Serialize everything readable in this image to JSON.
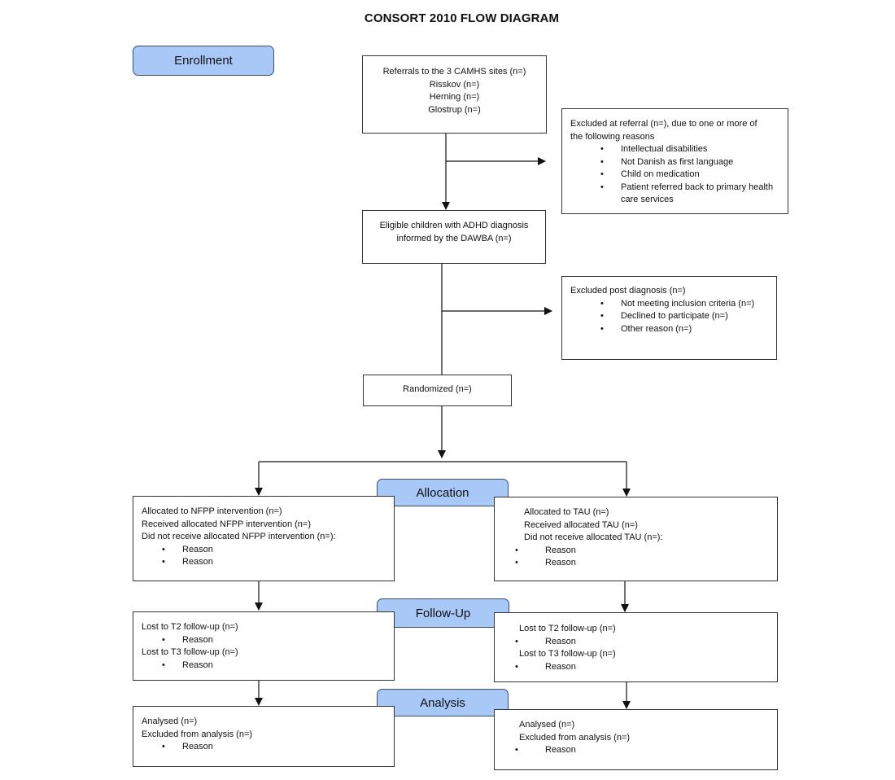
{
  "title": "CONSORT 2010 FLOW DIAGRAM",
  "stages": {
    "enrollment": "Enrollment",
    "allocation": "Allocation",
    "followup": "Follow-Up",
    "analysis": "Analysis"
  },
  "referrals": {
    "title": "Referrals to the 3 CAMHS sites (n=)",
    "sites": [
      "Risskov (n=)",
      "Herning (n=)",
      "Glostrup (n=)"
    ]
  },
  "excluded_referral": {
    "title_line1": "Excluded at referral (n=), due to one or more of",
    "title_line2": "the following reasons",
    "reasons": [
      "Intellectual disabilities",
      "Not Danish as first language",
      "Child on medication",
      "Patient referred back to primary health care services"
    ]
  },
  "eligible": {
    "line1": "Eligible children with ADHD diagnosis",
    "line2": "informed by the DAWBA (n=)"
  },
  "excluded_post": {
    "title": "Excluded post diagnosis (n=)",
    "reasons": [
      "Not meeting inclusion criteria (n=)",
      "Declined to participate (n=)",
      "Other reason (n=)"
    ]
  },
  "randomized": "Randomized (n=)",
  "allocation_left": {
    "lines": [
      "Allocated to NFPP intervention (n=)",
      "Received allocated NFPP intervention (n=)",
      "Did not receive allocated NFPP intervention (n=):"
    ],
    "reasons": [
      "Reason",
      "Reason"
    ]
  },
  "allocation_right": {
    "lines": [
      "Allocated to TAU  (n=)",
      "Received allocated TAU (n=)",
      "Did not receive allocated TAU  (n=):"
    ],
    "reasons": [
      "Reason",
      "Reason"
    ]
  },
  "followup_left": {
    "t2": "Lost to T2 follow-up (n=)",
    "t2_reason": "Reason",
    "t3": "Lost to T3 follow-up (n=)",
    "t3_reason": "Reason"
  },
  "followup_right": {
    "t2": "Lost to T2 follow-up (n=)",
    "t2_reason": "Reason",
    "t3": "Lost to T3 follow-up (n=)",
    "t3_reason": "Reason"
  },
  "analysis_left": {
    "analysed": "Analysed  (n=)",
    "excluded": "Excluded from analysis (n=)",
    "reason": "Reason"
  },
  "analysis_right": {
    "analysed": "Analysed  (n=)",
    "excluded": "Excluded from analysis (n=)",
    "reason": "Reason"
  }
}
